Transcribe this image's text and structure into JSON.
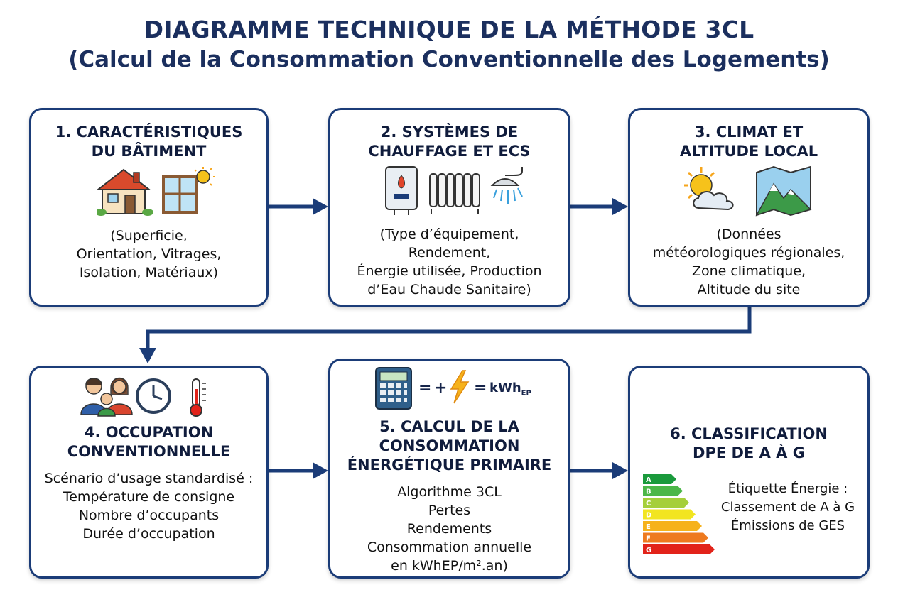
{
  "title": "DIAGRAMME TECHNIQUE DE LA MÉTHODE 3CL",
  "subtitle": "(Calcul de la Consommation Conventionnelle des Logements)",
  "steps": [
    {
      "title_lines": [
        "1. CARACTÉRISTIQUES",
        "DU BÂTIMENT"
      ],
      "text_lines": [
        "(Superficie,",
        "Orientation, Vitrages,",
        "Isolation, Matériaux)"
      ],
      "icons": [
        "house-icon",
        "window-sun-icon"
      ]
    },
    {
      "title_lines": [
        "2. SYSTÈMES DE",
        "CHAUFFAGE ET ECS"
      ],
      "text_lines": [
        "(Type d’équipement,",
        "Rendement,",
        "Énergie utilisée, Production",
        "d’Eau Chaude Sanitaire)"
      ],
      "icons": [
        "boiler-icon",
        "radiator-icon",
        "shower-icon"
      ]
    },
    {
      "title_lines": [
        "3. CLIMAT ET",
        "ALTITUDE LOCAL"
      ],
      "text_lines": [
        "(Données",
        "météorologiques régionales,",
        "Zone climatique,",
        "Altitude du site"
      ],
      "icons": [
        "sun-cloud-icon",
        "mountain-map-icon"
      ]
    },
    {
      "title_lines": [
        "4. OCCUPATION",
        "CONVENTIONNELLE"
      ],
      "text_lines": [
        "Scénario d’usage standardisé :",
        "Température de consigne",
        "Nombre d’occupants",
        "Durée d’occupation"
      ],
      "icons": [
        "family-icon",
        "clock-icon",
        "thermometer-icon"
      ]
    },
    {
      "title_lines": [
        "5. CALCUL DE LA",
        "CONSOMMATION",
        "ÉNERGÉTIQUE PRIMAIRE"
      ],
      "text_lines": [
        "Algorithme 3CL",
        "Pertes",
        "Rendements",
        "Consommation annuelle",
        "en kWhEP/m².an)"
      ],
      "icons": [
        "calculator-icon",
        "lightning-icon"
      ],
      "formula": {
        "eq1": "=",
        "plus": "+",
        "eq2": "=",
        "unit": "kWh",
        "unit_sub": "EP"
      }
    },
    {
      "title_lines": [
        "6. CLASSIFICATION",
        "DPE DE A À G"
      ],
      "text_lines": [
        "Étiquette Énergie :",
        "Classement de A à G",
        "Émissions de GES"
      ],
      "icons": [
        "energy-label-icon"
      ]
    }
  ],
  "energy_label": {
    "classes": [
      "A",
      "B",
      "C",
      "D",
      "E",
      "F",
      "G"
    ],
    "colors": [
      "#1a9a3c",
      "#4cb748",
      "#a5cf3a",
      "#f2e520",
      "#f6b21b",
      "#ee7a1f",
      "#e2231a"
    ]
  },
  "colors": {
    "box_border": "#1b3c78",
    "arrow": "#1b3c78",
    "title": "#1b2f5e"
  }
}
